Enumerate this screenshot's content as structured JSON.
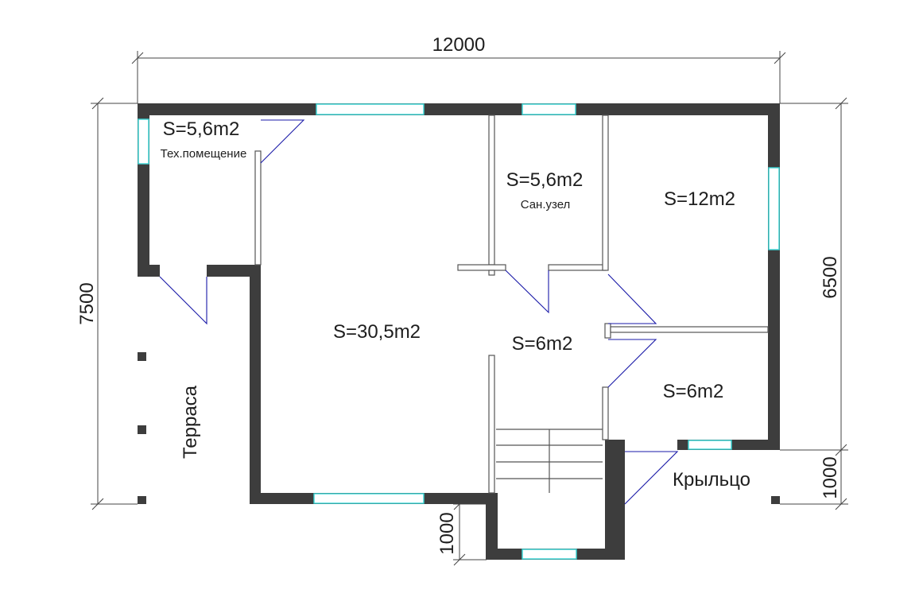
{
  "dimensions": {
    "overall_width": "12000",
    "overall_depth": "7500",
    "house_depth": "6500",
    "porch_depth": "1000",
    "vestibule_depth": "1000"
  },
  "rooms": {
    "tech_room_area": "S=5,6m2",
    "tech_room_name": "Тех.помещение",
    "bathroom_area": "S=5,6m2",
    "bathroom_name": "Сан.узел",
    "bedroom_area": "S=12m2",
    "living_area": "S=30,5m2",
    "hall_area": "S=6m2",
    "small_room_area": "S=6m2",
    "terrace_name": "Терраса",
    "porch_name": "Крыльцо"
  },
  "colors": {
    "wall": "#3d3d3d",
    "window": "#38d6d6",
    "door_swing": "#1a1aa8"
  }
}
